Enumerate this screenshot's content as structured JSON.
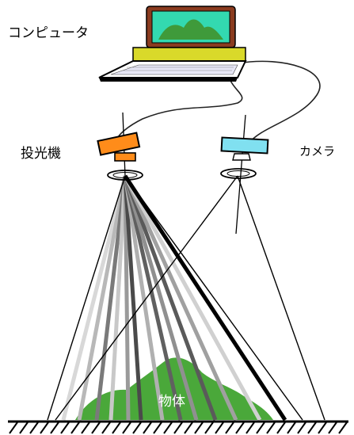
{
  "labels": {
    "computer": "コンピュータ",
    "projector": "投光機",
    "camera": "カメラ",
    "object": "物体"
  },
  "colors": {
    "laptop_body": "#d9d92a",
    "laptop_frame": "#8a3b1f",
    "screen": "#33d9b0",
    "screen_hill": "#3f9a3a",
    "projector": "#ff8c1a",
    "camera": "#80e0f0",
    "object": "#4aa83a",
    "ground": "#000000"
  },
  "icons": {
    "computer": "laptop-icon",
    "projector": "projector-icon",
    "camera": "camera-icon"
  }
}
